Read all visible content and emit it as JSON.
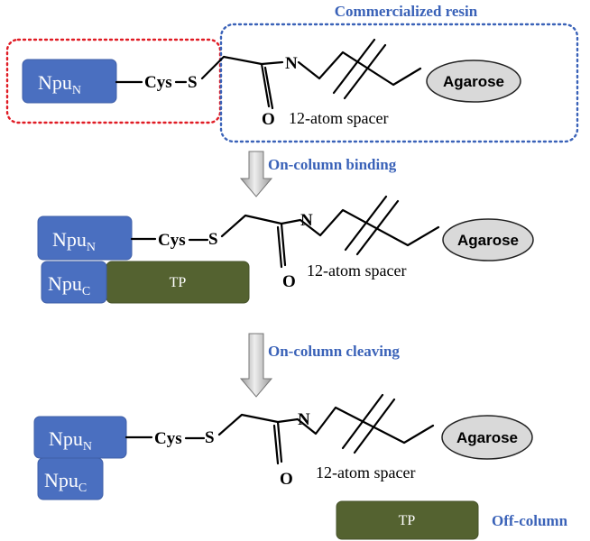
{
  "colors": {
    "accent_blue": "#3a62b8",
    "protein_blue": "#4a6fc0",
    "tp_green": "#546230",
    "red_dotted": "#e01b24",
    "agarose_fill": "#d9d9d9",
    "arrow_gray": "#c9c9c9"
  },
  "labels": {
    "commercialized_resin": "Commercialized resin",
    "on_column_binding": "On-column binding",
    "on_column_cleaving": "On-column cleaving",
    "off_column": "Off-column"
  },
  "molecule": {
    "npu_n_main": "Npu",
    "npu_n_sub": "N",
    "npu_c_main": "Npu",
    "npu_c_sub": "C",
    "cys": "Cys",
    "s": "S",
    "n": "N",
    "o": "O",
    "spacer": "12-atom spacer",
    "agarose": "Agarose",
    "tp": "TP"
  },
  "icons": {
    "process_arrow": "down-arrow-icon"
  }
}
